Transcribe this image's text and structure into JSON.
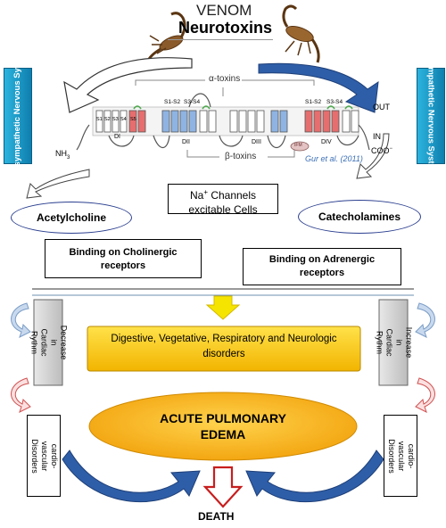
{
  "header": {
    "venom": "VENOM",
    "neurotoxins": "Neurotoxins"
  },
  "left_panel": {
    "label": "Parasympathetic Nervous System"
  },
  "right_panel": {
    "label": "Sympathetic Nervous System"
  },
  "channel": {
    "alpha_toxins": "α-toxins",
    "beta_toxins": "β-toxins",
    "citation": "Gur et al. (2011)",
    "domains": [
      "DI",
      "DII",
      "DIII",
      "DIV"
    ],
    "segments": [
      "S1",
      "S2",
      "S3",
      "S4",
      "S5"
    ],
    "s1s2": "S1-S2",
    "s3s4": "S3-S4",
    "ifm": "IFM",
    "out": "OUT",
    "in": "IN",
    "nh3": "NH",
    "nh3_sub": "3",
    "coo": "COO",
    "coo_sup": "−"
  },
  "na_box": {
    "line1": "Na",
    "sup": "+",
    "line1_rest": " Channels",
    "line2": "excitable Cells"
  },
  "acetylcholine": "Acetylcholine",
  "catecholamines": "Catecholamines",
  "binding_cholinergic": "Binding on Cholinergic receptors",
  "binding_adrenergic": "Binding on Adrenergic receptors",
  "left_rect_top": "Decrease in Cardiac Rythm",
  "left_rect_bottom": "cardio-vascular Disorders",
  "right_rect_top": "Increase in Cardiac Rythm",
  "right_rect_bottom": "cardio-vascular Disorders",
  "disorders": "Digestive, Vegetative, Respiratory and Neurologic disorders",
  "edema": {
    "line1": "ACUTE PULMONARY",
    "line2": "EDEMA"
  },
  "death": "DEATH",
  "colors": {
    "teal": "#1796c1",
    "blue_arrow": "#2f5ea8",
    "yellow": "#f5c400",
    "gold": "#f7b01e",
    "red_segment": "#e66e6e",
    "blue_segment": "#8fb4e3",
    "green": "#4aa84a",
    "gray": "#c9c9c9"
  }
}
